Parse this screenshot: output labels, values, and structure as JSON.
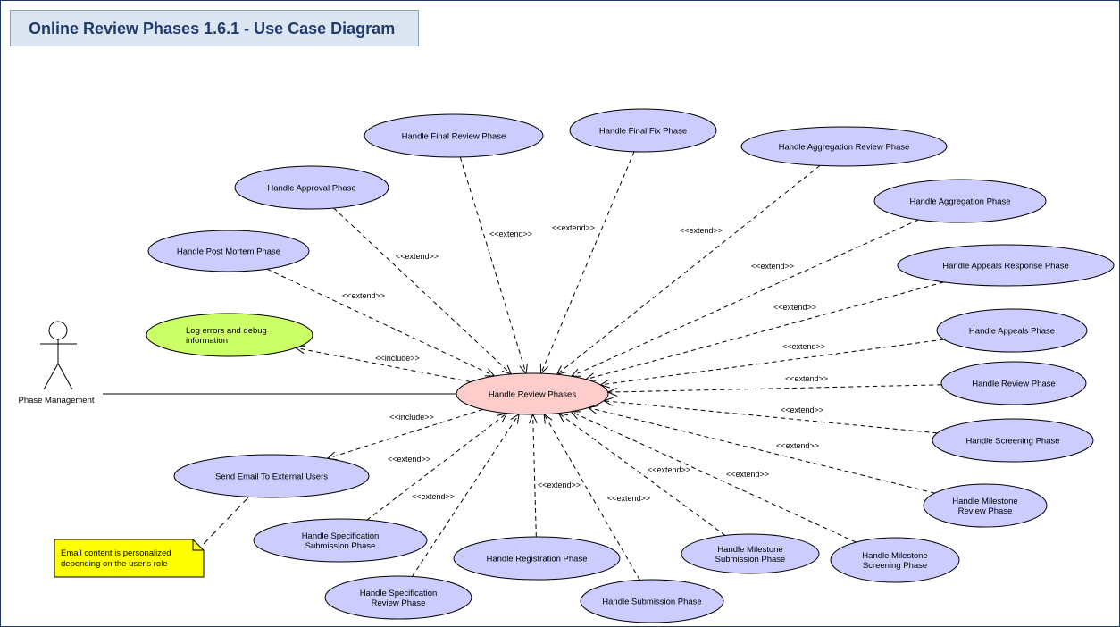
{
  "title": "Online Review Phases 1.6.1 - Use Case Diagram",
  "colors": {
    "usecase_fill": "#ccccff",
    "central_fill": "#ffcccc",
    "include_fill": "#ccff66",
    "note_fill": "#ffff00",
    "frame": "#1f3b6b",
    "title_bg": "#dce6f2"
  },
  "actor": {
    "label": "Phase Management",
    "icon": "stick-figure-actor"
  },
  "central_use_case": {
    "label": "Handle Review Phases"
  },
  "use_cases": {
    "log_errors": [
      "Log errors and debug",
      "information"
    ],
    "send_email": [
      "Send Email To External Users"
    ],
    "final_review": [
      "Handle Final Review Phase"
    ],
    "final_fix": [
      "Handle Final Fix Phase"
    ],
    "aggregation_review": [
      "Handle Aggregation Review Phase"
    ],
    "approval": [
      "Handle Approval Phase"
    ],
    "aggregation": [
      "Handle Aggregation Phase"
    ],
    "post_mortem": [
      "Handle Post Mortem Phase"
    ],
    "appeals_response": [
      "Handle Appeals Response Phase"
    ],
    "appeals": [
      "Handle Appeals Phase"
    ],
    "review": [
      "Handle Review Phase"
    ],
    "screening": [
      "Handle Screening Phase"
    ],
    "milestone_review": [
      "Handle Milestone",
      "Review Phase"
    ],
    "spec_submission": [
      "Handle Specification",
      "Submission Phase"
    ],
    "registration": [
      "Handle Registration Phase"
    ],
    "milestone_submission": [
      "Handle Milestone",
      "Submission Phase"
    ],
    "milestone_screening": [
      "Handle Milestone",
      "Screening Phase"
    ],
    "spec_review": [
      "Handle Specification",
      "Review Phase"
    ],
    "submission": [
      "Handle Submission Phase"
    ]
  },
  "note": [
    "Email content is personalized",
    "depending on the user's role"
  ],
  "stereotypes": {
    "extend": "<<extend>>",
    "include": "<<include>>"
  }
}
